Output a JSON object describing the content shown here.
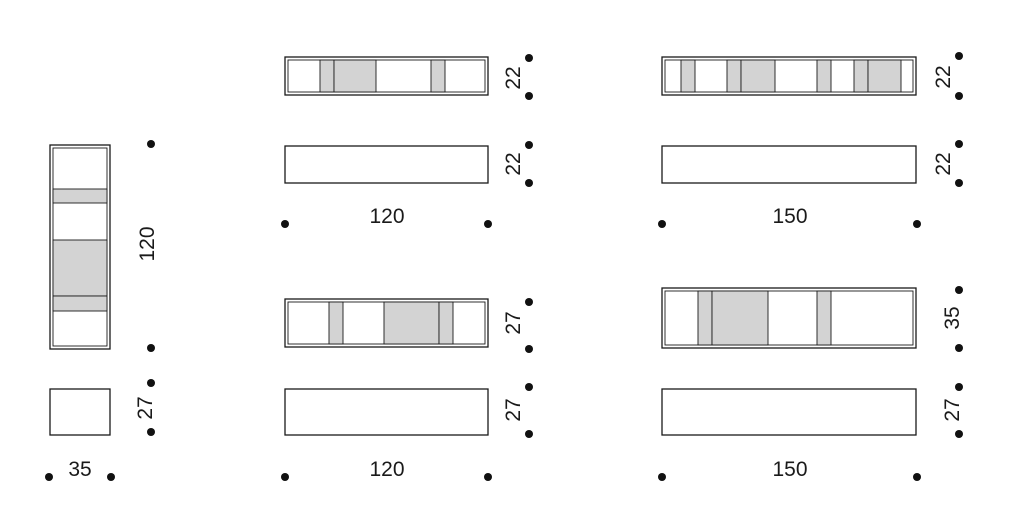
{
  "colors": {
    "line": "#1a1a1a",
    "panel_fill": "#d3d3d3",
    "background": "#ffffff",
    "dot": "#111111"
  },
  "dimensions": {
    "col1_height": "120",
    "col1_width": "35",
    "col1_cube_height": "27",
    "g120_top_depth": "22",
    "g120_plain_depth": "22",
    "g120_width_a": "120",
    "g120_shelf_depth": "27",
    "g120_low_depth": "27",
    "g120_width_b": "120",
    "g150_top_depth": "22",
    "g150_plain_depth": "22",
    "g150_width_a": "150",
    "g150_shelf_depth": "35",
    "g150_low_depth": "27",
    "g150_width_b": "150"
  }
}
